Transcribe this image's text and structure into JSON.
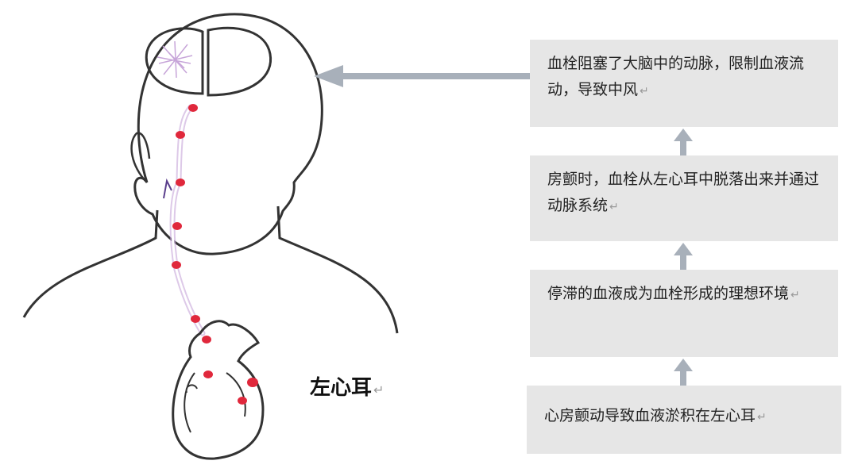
{
  "labels": {
    "left_atrial_appendage": "左心耳",
    "return_mark": "↵"
  },
  "flow_steps": [
    {
      "text": "血栓阻塞了大脑中的动脉，限制血液流动，导致中风"
    },
    {
      "text": "房颤时，血栓从左心耳中脱落出来并通过动脉系统"
    },
    {
      "text": "停滞的血液成为血栓形成的理想环境"
    },
    {
      "text": "心房颤动导致血液淤积在左心耳"
    }
  ],
  "colors": {
    "box_fill": "#e6e6e6",
    "arrow": "#a8b0ba",
    "clot": "#e0283c",
    "outline": "#333333",
    "stroke_area": "#c7a5d9"
  }
}
